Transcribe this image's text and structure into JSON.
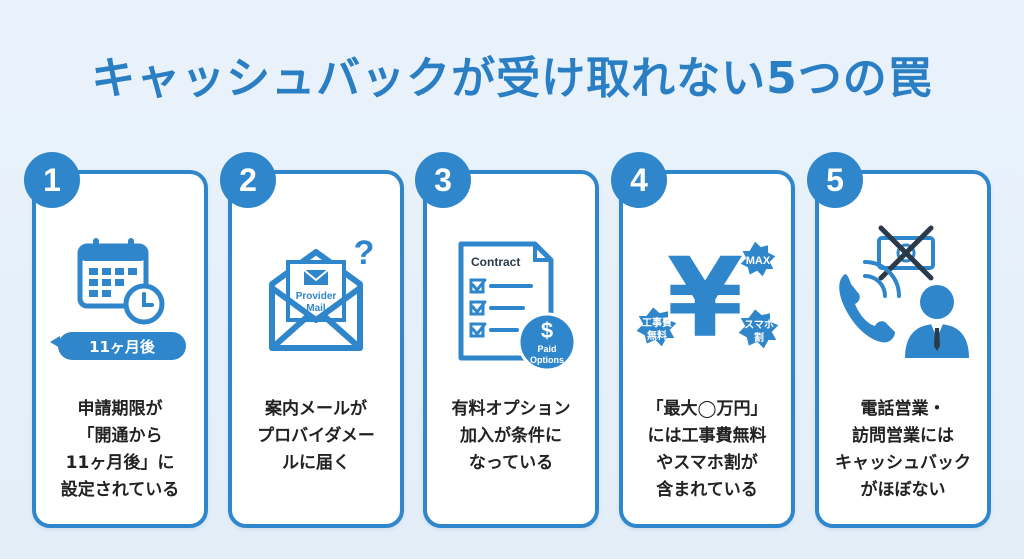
{
  "title": "キャッシュバックが受け取れない5つの罠",
  "colors": {
    "accent": "#2f86cb",
    "background": "#e7f1fa",
    "text": "#222222"
  },
  "cards": [
    {
      "number": "1",
      "icon": "calendar-clock-icon",
      "badge": "11ヶ月後",
      "text": "申請期限が\n「開通から\n11ヶ月後」に\n設定されている"
    },
    {
      "number": "2",
      "icon": "mail-envelope-icon",
      "mail_label_1": "Provider",
      "mail_label_2": "Mail",
      "question": "?",
      "text": "案内メールが\nプロバイダメー\nルに届く"
    },
    {
      "number": "3",
      "icon": "contract-document-icon",
      "doc_title": "Contract",
      "coin_symbol": "$",
      "coin_label_1": "Paid",
      "coin_label_2": "Options",
      "text": "有料オプション\n加入が条件に\nなっている"
    },
    {
      "number": "4",
      "icon": "yen-icon",
      "yen_symbol": "¥",
      "burst_max": "MAX",
      "burst_left_1": "工事費",
      "burst_left_2": "無料",
      "burst_right_1": "スマホ",
      "burst_right_2": "割",
      "text": "「最大◯万円」\nには工事費無料\nやスマホ割が\n含まれている"
    },
    {
      "number": "5",
      "icon": "phone-salesperson-icon",
      "text": "電話営業・\n訪問営業には\nキャッシュバック\nがほぼない"
    }
  ]
}
